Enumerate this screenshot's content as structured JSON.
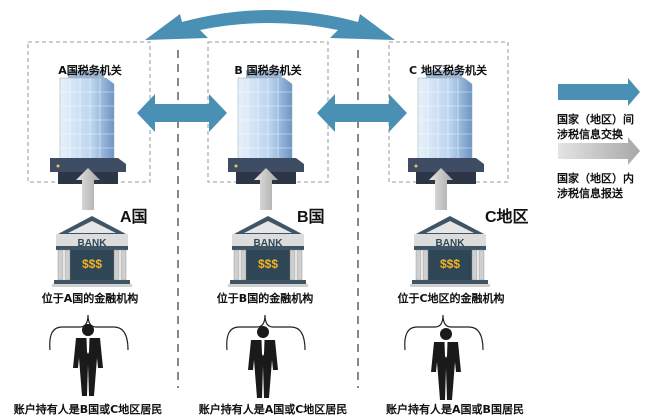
{
  "colors": {
    "exchange_arrow": "#4a90b4",
    "report_arrow": "#b8b8b8",
    "box_border": "#b0b0b0"
  },
  "authorities": [
    {
      "label": "A国税务机关",
      "country": "A国",
      "institution": "位于A国的金融机构",
      "holder": "账户持有人是B国或C地区居民"
    },
    {
      "label": "B 国税务机关",
      "country": "B国",
      "institution": "位于B国的金融机构",
      "holder": "账户持有人是A国或C地区居民"
    },
    {
      "label": "C 地区税务机关",
      "country": "C地区",
      "institution": "位于C地区的金融机构",
      "holder": "账户持有人是A国或B国居民"
    }
  ],
  "bank": {
    "sign": "BANK",
    "money": "$$$"
  },
  "legend": {
    "exchange": {
      "line1": "国家（地区）间",
      "line2": "涉税信息交换"
    },
    "report": {
      "line1": "国家（地区）内",
      "line2": "涉税信息报送"
    }
  }
}
